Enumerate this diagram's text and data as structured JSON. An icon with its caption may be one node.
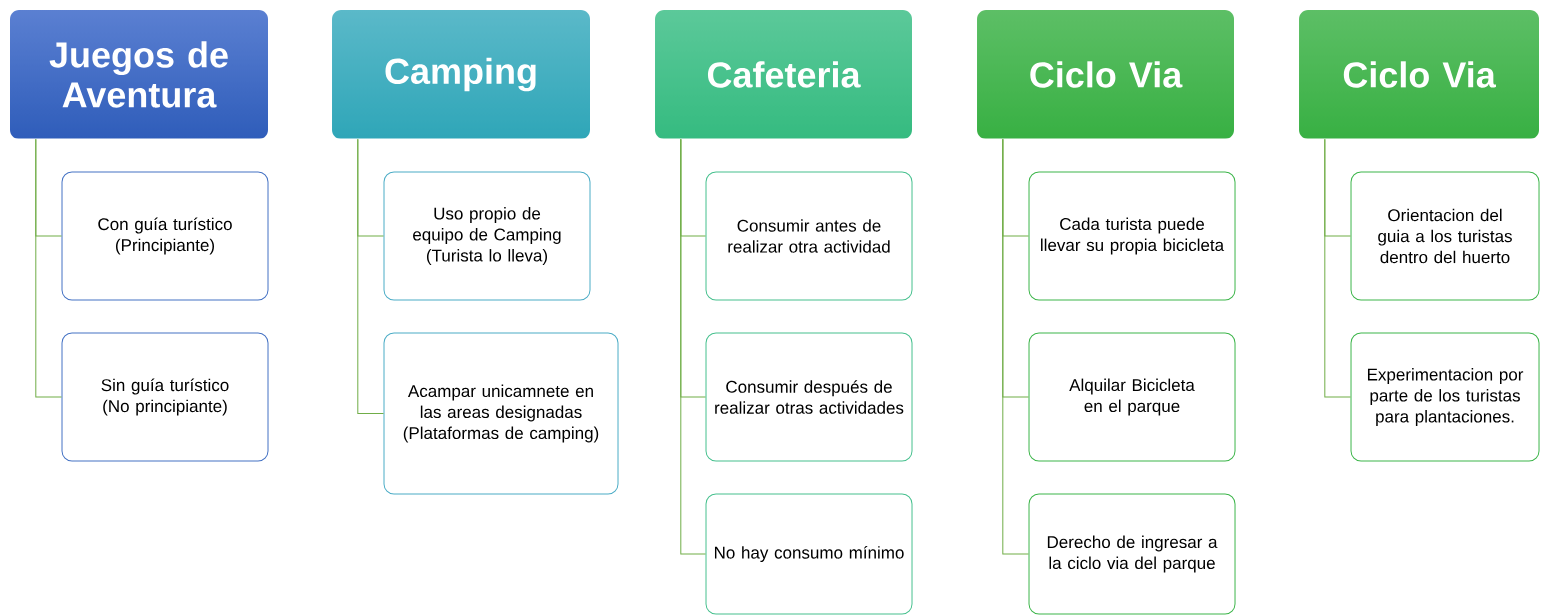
{
  "diagram": {
    "nodes": [
      {
        "text": [
          "Juegos de Aventura"
        ]
      },
      {
        "text": [
          "Con guía turístico (Principiante)"
        ]
      },
      {
        "text": [
          "Sin guía turístico (No principiante)"
        ]
      },
      {
        "text": [
          "Camping"
        ]
      },
      {
        "text": [
          "Uso propio de equipo de Camping (Turista lo lleva)"
        ]
      },
      {
        "text": [
          "Acampar unicamnete en las areas designadas (Plataformas de camping)"
        ]
      },
      {
        "text": [
          "Cafeteria"
        ]
      },
      {
        "text": [
          "Consumir antes de realizar otra actividad"
        ]
      },
      {
        "text": [
          "Consumir después de realizar otras actividades"
        ]
      },
      {
        "text": [
          "No hay consumo mínimo"
        ]
      },
      {
        "text": [
          "Ciclo Via"
        ]
      },
      {
        "text": [
          "Cada turista puede llevar su propia bicicleta"
        ]
      },
      {
        "text": [
          "Alquilar Bicicleta en el parque"
        ]
      },
      {
        "text": [
          "Derecho de ingresar a la ciclo via del parque"
        ]
      },
      {
        "text": [
          "Ciclo Via"
        ]
      },
      {
        "text": [
          "Orientacion del guia a los turistas dentro del huerto"
        ]
      },
      {
        "text": [
          "Experimentacion por parte de los turistas para plantaciones."
        ]
      }
    ],
    "edges": [
      {
        "from": 0,
        "to": 1,
        "arrow": "none"
      },
      {
        "from": 0,
        "to": 2,
        "arrow": "none"
      },
      {
        "from": 3,
        "to": 4,
        "arrow": "none"
      },
      {
        "from": 3,
        "to": 5,
        "arrow": "none"
      },
      {
        "from": 6,
        "to": 7,
        "arrow": "none"
      },
      {
        "from": 6,
        "to": 8,
        "arrow": "none"
      },
      {
        "from": 6,
        "to": 9,
        "arrow": "none"
      },
      {
        "from": 10,
        "to": 11,
        "arrow": "none"
      },
      {
        "from": 10,
        "to": 12,
        "arrow": "none"
      },
      {
        "from": 10,
        "to": 13,
        "arrow": "none"
      },
      {
        "from": 14,
        "to": 15,
        "arrow": "none"
      },
      {
        "from": 14,
        "to": 16,
        "arrow": "none"
      }
    ]
  }
}
